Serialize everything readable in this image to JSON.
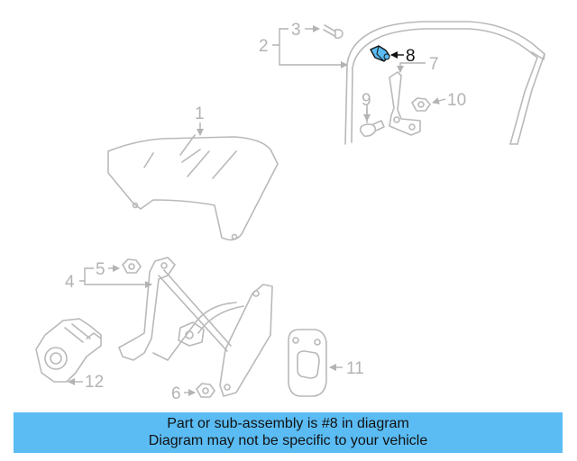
{
  "callouts": {
    "n1": "1",
    "n2": "2",
    "n3": "3",
    "n4": "4",
    "n5": "5",
    "n6": "6",
    "n7": "7",
    "n8": "8",
    "n9": "9",
    "n10": "10",
    "n11": "11",
    "n12": "12"
  },
  "highlight": {
    "part_number": "8",
    "color": "#5bbcf4"
  },
  "banner": {
    "line1": "Part or sub-assembly is #8 in diagram",
    "line2": "Diagram may not be specific to your vehicle",
    "background": "#5bbcf4"
  }
}
